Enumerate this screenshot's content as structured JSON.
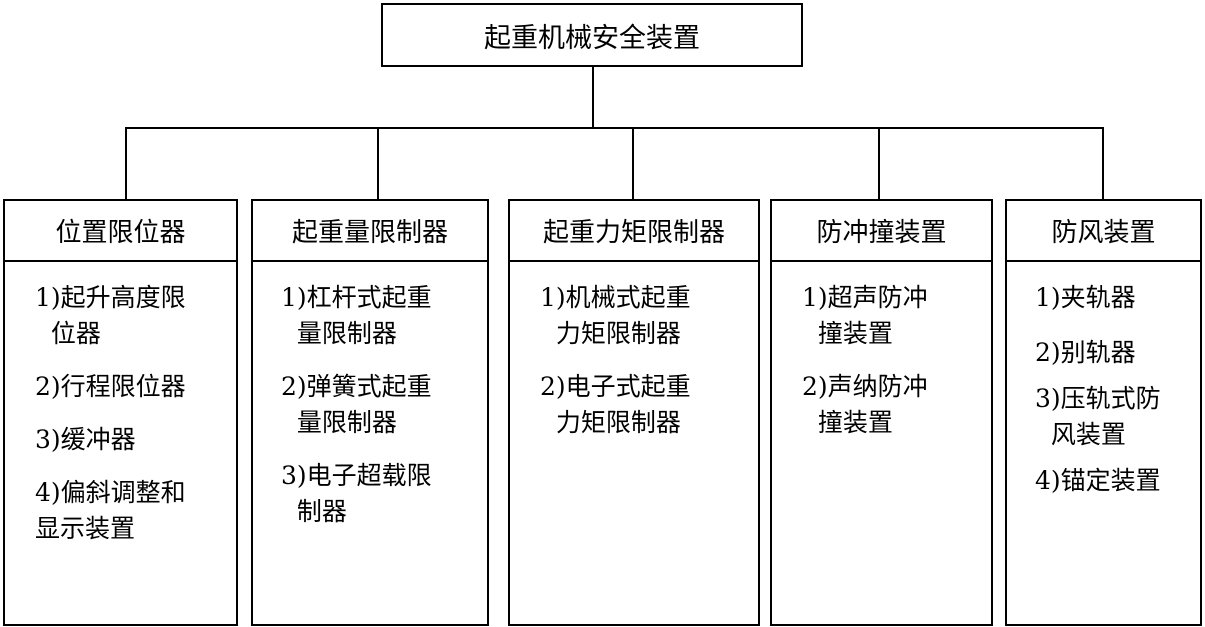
{
  "root": {
    "label": "起重机械安全装置"
  },
  "categories": [
    {
      "title": "位置限位器",
      "items": [
        "1)起升高度限\n  位器",
        "2)行程限位器",
        "3)缓冲器",
        "4)偏斜调整和\n显示装置"
      ]
    },
    {
      "title": "起重量限制器",
      "items": [
        "1)杠杆式起重\n  量限制器",
        "2)弹簧式起重\n  量限制器",
        "3)电子超载限\n  制器"
      ]
    },
    {
      "title": "起重力矩限制器",
      "items": [
        "1)机械式起重\n  力矩限制器",
        "2)电子式起重\n  力矩限制器"
      ]
    },
    {
      "title": "防冲撞装置",
      "items": [
        "1)超声防冲\n  撞装置",
        "2)声纳防冲\n  撞装置"
      ]
    },
    {
      "title": "防风装置",
      "items": [
        "1)夹轨器",
        "2)别轨器",
        "3)压轨式防\n  风装置",
        "4)锚定装置"
      ]
    }
  ]
}
